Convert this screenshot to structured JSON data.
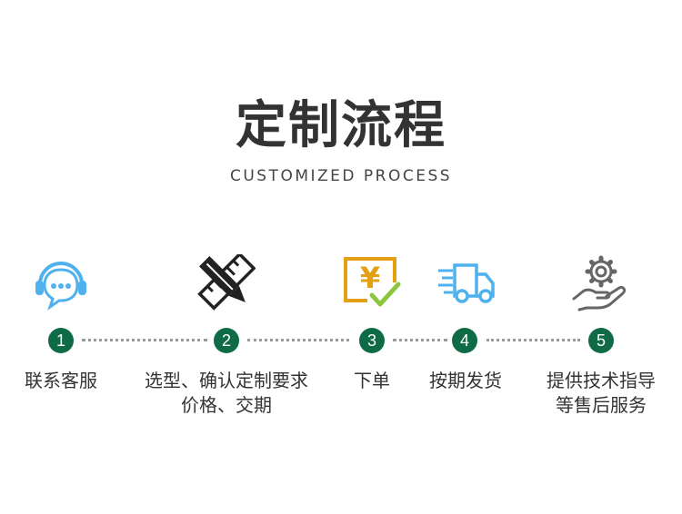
{
  "header": {
    "title": "定制流程",
    "subtitle": "CUSTOMIZED PROCESS"
  },
  "colors": {
    "accent_green": "#0e6b46",
    "icon_blue": "#4fb1ee",
    "icon_gold": "#e3a012",
    "icon_check_green": "#8cc63f",
    "icon_gray": "#666666",
    "dark": "#222222"
  },
  "steps": [
    {
      "num": "1",
      "icon": "customer-service-headset-icon",
      "lines": [
        "联系客服"
      ]
    },
    {
      "num": "2",
      "icon": "pencil-ruler-icon",
      "lines": [
        "选型、确认定制要求",
        "价格、交期"
      ]
    },
    {
      "num": "3",
      "icon": "yen-payment-check-icon",
      "lines": [
        "下单"
      ]
    },
    {
      "num": "4",
      "icon": "delivery-truck-icon",
      "lines": [
        "按期发货"
      ]
    },
    {
      "num": "5",
      "icon": "gear-hand-service-icon",
      "lines": [
        "提供技术指导",
        "等售后服务"
      ]
    }
  ]
}
